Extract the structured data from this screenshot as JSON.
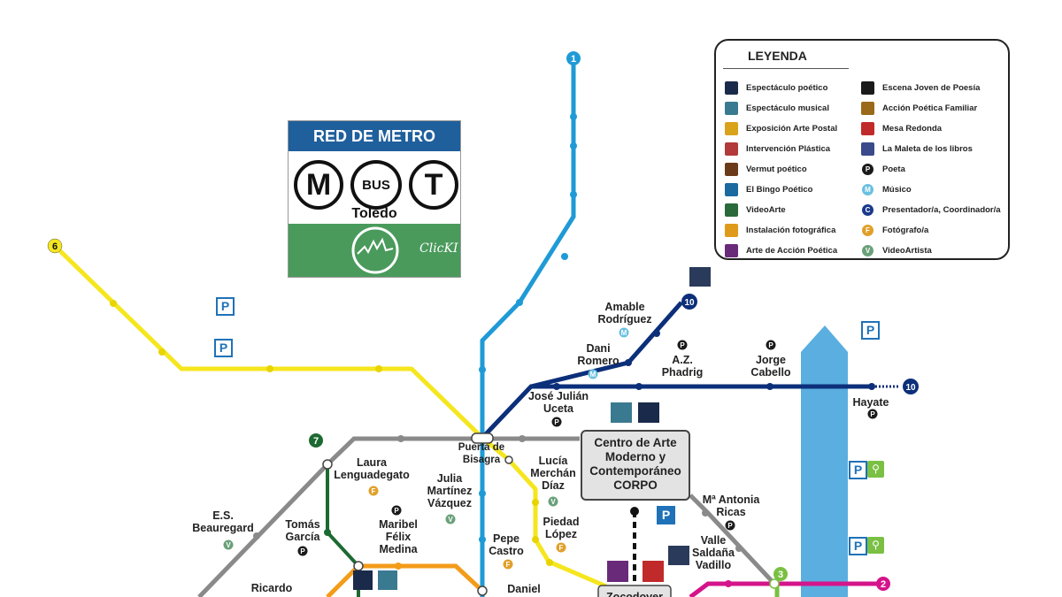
{
  "brand": {
    "header": "RED DE METRO",
    "letters": {
      "m": "M",
      "bus": "BUS",
      "t": "T"
    },
    "city": "Toledo",
    "signature": "ClicKI"
  },
  "legend": {
    "title": "LEYENDA",
    "col1": [
      {
        "label": "Espectáculo poético",
        "icon": "quill-icon",
        "color": "#1a2a4a"
      },
      {
        "label": "Espectáculo musical",
        "icon": "waves-icon",
        "color": "#3a7a90"
      },
      {
        "label": "Exposición Arte Postal",
        "icon": "stamp-icon",
        "color": "#d9a21b"
      },
      {
        "label": "Intervención Plástica",
        "icon": "brush-icon",
        "color": "#b23a3a"
      },
      {
        "label": "Vermut poético",
        "icon": "glass-icon",
        "color": "#6a3a1a"
      },
      {
        "label": "El Bingo Poético",
        "icon": "grid-icon",
        "color": "#1a6aa0"
      },
      {
        "label": "VideoArte",
        "icon": "camera-icon",
        "color": "#2a6a3a"
      },
      {
        "label": "Instalación fotográfica",
        "icon": "photo-icon",
        "color": "#e09a1a"
      },
      {
        "label": "Arte de Acción Poética",
        "icon": "action-icon",
        "color": "#6a2a7a"
      }
    ],
    "col2": [
      {
        "label": "Escena Joven de Poesía",
        "icon": "phone-icon",
        "color": "#1a1a1a",
        "round": false,
        "letter": ""
      },
      {
        "label": "Acción Poética Familiar",
        "icon": "heart-icon",
        "color": "#9a6a1a",
        "round": false,
        "letter": ""
      },
      {
        "label": "Mesa Redonda",
        "icon": "table-icon",
        "color": "#c02a2a",
        "round": false,
        "letter": ""
      },
      {
        "label": "La Maleta de los libros",
        "icon": "suitcase-icon",
        "color": "#3a4a8a",
        "round": false,
        "letter": ""
      },
      {
        "label": "Poeta",
        "icon": "poeta-icon",
        "color": "#1a1a1a",
        "round": true,
        "letter": "P"
      },
      {
        "label": "Músico",
        "icon": "musico-icon",
        "color": "#6ac0e0",
        "round": true,
        "letter": "M"
      },
      {
        "label": "Presentador/a, Coordinador/a",
        "icon": "presentador-icon",
        "color": "#1a3a8a",
        "round": true,
        "letter": "C"
      },
      {
        "label": "Fotógrafo/a",
        "icon": "fotografo-icon",
        "color": "#e0a02a",
        "round": true,
        "letter": "F"
      },
      {
        "label": "VideoArtista",
        "icon": "videoartista-icon",
        "color": "#6aa07a",
        "round": true,
        "letter": "V"
      }
    ]
  },
  "lines": {
    "l1": {
      "number": "1",
      "color": "#1f9ad6"
    },
    "l6": {
      "number": "6",
      "color": "#f5e61e"
    },
    "l10": {
      "number": "10",
      "color": "#0c2f7a"
    },
    "l7": {
      "number": "7",
      "color": "#1c6a32"
    },
    "l3": {
      "number": "3",
      "color": "#7ac043"
    },
    "l2": {
      "number": "2",
      "color": "#d4148a"
    },
    "orange": {
      "color": "#f39c1a"
    },
    "grey": {
      "color": "#8a8a8a"
    },
    "river": {
      "color": "#5aaee0"
    }
  },
  "stations": {
    "amable": "Amable\nRodríguez",
    "dani": "Dani\nRomero",
    "az": "A.Z.\nPhadrig",
    "jorge": "Jorge\nCabello",
    "hayate": "Hayate",
    "jose": "José Julián\nUceta",
    "puerta": "Puerta de\nBisagra",
    "laura": "Laura\nLenguadegato",
    "julia": "Julia\nMartínez\nVázquez",
    "lucia": "Lucía\nMerchán\nDíaz",
    "es": "E.S.\nBeauregard",
    "tomas": "Tomás\nGarcía",
    "maribel": "Maribel\nFélix\nMedina",
    "pepe": "Pepe\nCastro",
    "piedad": "Piedad\nLópez",
    "ma": "Mª Antonia\nRicas",
    "valle": "Valle\nSaldaña\nVadillo",
    "ricardo": "Ricardo",
    "daniel": "Daniel",
    "zoco": "Zocodover"
  },
  "centro": {
    "label": "Centro de Arte\nModerno y\nContemporáneo\nCORPO"
  },
  "parking": {
    "label": "P",
    "bike": "bike-icon"
  }
}
